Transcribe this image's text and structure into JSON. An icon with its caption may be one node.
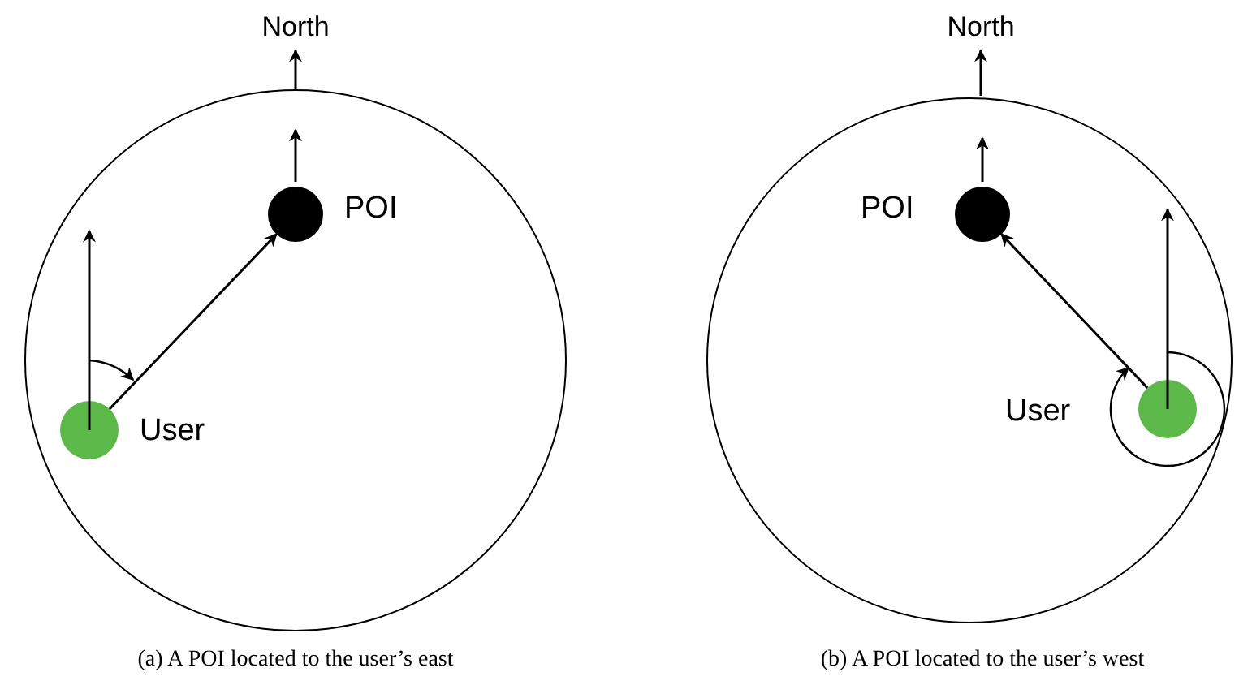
{
  "diagram": {
    "nodes": [
      {
        "text": [],
        "shape": "circle"
      },
      {
        "text": [],
        "shape": "circle",
        "in": 0,
        "beside": [
          "POI"
        ]
      },
      {
        "text": [],
        "shape": "circle",
        "in": 0,
        "beside": [
          "User"
        ]
      },
      {
        "text": [],
        "shape": "circle"
      },
      {
        "text": [],
        "shape": "circle",
        "in": 3,
        "beside": [
          "POI"
        ]
      },
      {
        "text": [],
        "shape": "circle",
        "in": 3,
        "beside": [
          "User"
        ]
      }
    ],
    "edges": [
      {
        "from": 2,
        "to": 1,
        "arrow": "to"
      },
      {
        "from": 5,
        "to": 4,
        "arrow": "to"
      }
    ],
    "labels": [
      "North",
      "North",
      "(a) A POI located to the user’s east",
      "(b) A POI located to the user’s west"
    ]
  }
}
